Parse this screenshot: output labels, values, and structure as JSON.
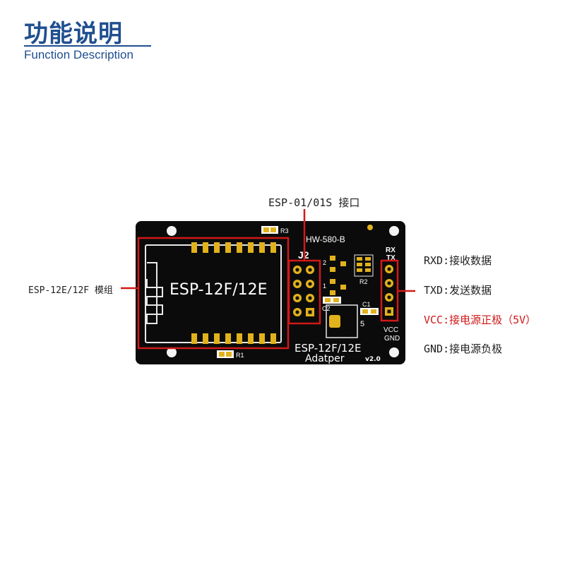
{
  "header": {
    "title_cn": "功能说明",
    "title_en": "Function Description"
  },
  "board": {
    "model": "HW-580-B",
    "module_text": "ESP-12F/12E",
    "adapter_line1": "ESP-12F/12E",
    "adapter_line2": "Adatper",
    "version": "v2.0",
    "j2_label": "J2",
    "r1": "R1",
    "r2": "R2",
    "r3": "R3",
    "c1": "C1",
    "c2": "C2",
    "q1": "1",
    "q2": "2",
    "u_label": "5",
    "pin_rx": "RX",
    "pin_tx": "TX",
    "pin_vcc": "VCC",
    "pin_gnd": "GND"
  },
  "callouts": {
    "esp01": "ESP-01/01S 接口",
    "esp12": "ESP-12E/12F 模组",
    "rxd": "RXD:接收数据",
    "txd": "TXD:发送数据",
    "vcc": "VCC:接电源正极（5V）",
    "gnd": "GND:接电源负极"
  },
  "colors": {
    "title": "#1f4f8f",
    "highlight": "#d21919",
    "board": "#0b0b0b",
    "gold": "#e2b21c"
  }
}
